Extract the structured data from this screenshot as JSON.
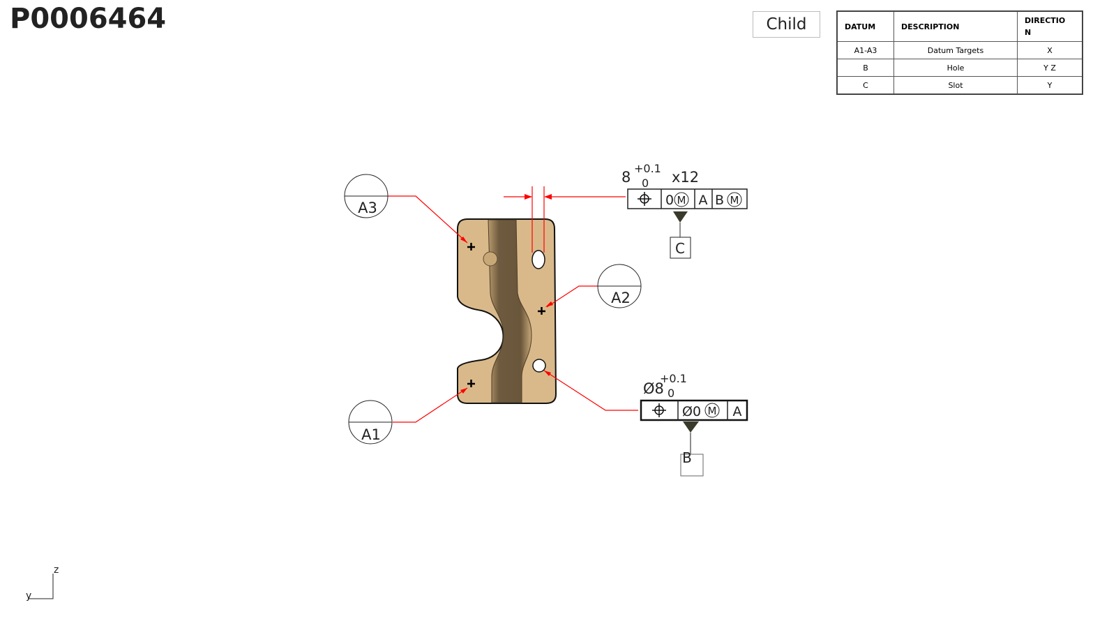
{
  "title": "P0006464",
  "child_button": "Child",
  "datum_table": {
    "headers": [
      "DATUM",
      "DESCRIPTION",
      "DIRECTIO\nN"
    ],
    "rows": [
      [
        "A1-A3",
        "Datum Targets",
        "X"
      ],
      [
        "B",
        "Hole",
        "Y Z"
      ],
      [
        "C",
        "Slot",
        "Y"
      ]
    ]
  },
  "targets": {
    "a1": "A1",
    "a2": "A2",
    "a3": "A3"
  },
  "fcf_slot": {
    "size": "8",
    "tol_upper": "+0.1",
    "tol_lower": "0",
    "count": "x12",
    "tolerance": "0",
    "modifier": "M",
    "datum1": "A",
    "datum2": "B",
    "datum2_mod": "M",
    "datum_label": "C"
  },
  "fcf_hole": {
    "size": "Ø8",
    "tol_upper": "+0.1",
    "tol_lower": "0",
    "tolerance": "Ø0",
    "modifier": "M",
    "datum1": "A",
    "datum_label": "B"
  },
  "axes": {
    "z": "z",
    "y": "y"
  },
  "colors": {
    "part": "#d9b98a",
    "channel": "#6e5a3e",
    "leader": "#ff0000"
  }
}
